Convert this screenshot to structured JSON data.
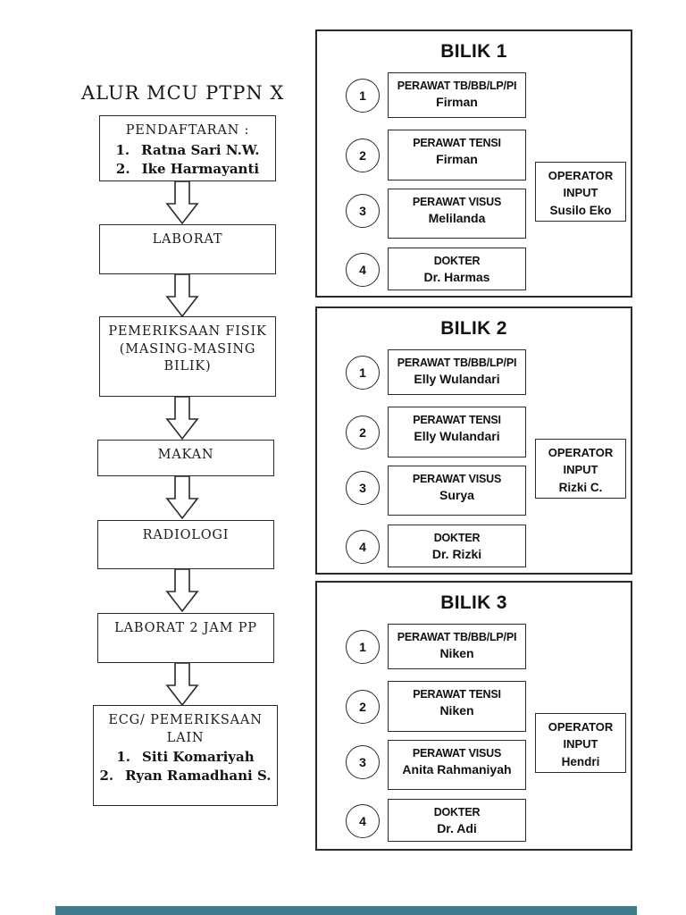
{
  "title": "ALUR MCU PTPN X",
  "flow": {
    "steps": [
      {
        "text": "PENDAFTARAN :",
        "items": [
          {
            "num": "1.",
            "name": "Ratna Sari N.W."
          },
          {
            "num": "2.",
            "name": "Ike Harmayanti"
          }
        ]
      },
      {
        "text": "LABORAT"
      },
      {
        "text": "PEMERIKSAAN FISIK\n(MASING-MASING\nBILIK)"
      },
      {
        "text": "MAKAN"
      },
      {
        "text": "RADIOLOGI"
      },
      {
        "text": "LABORAT 2 JAM PP"
      },
      {
        "text": "ECG/ PEMERIKSAAN\nLAIN",
        "items": [
          {
            "num": "1.",
            "name": "Siti Komariyah"
          },
          {
            "num": "2.",
            "name": "Ryan Ramadhani S."
          }
        ]
      }
    ]
  },
  "biliks": [
    {
      "title": "BILIK 1",
      "stations": [
        {
          "number": "1",
          "role": "PERAWAT TB/BB/LP/PI",
          "name": "Firman"
        },
        {
          "number": "2",
          "role": "PERAWAT TENSI",
          "name": "Firman"
        },
        {
          "number": "3",
          "role": "PERAWAT VISUS",
          "name": "Melilanda"
        },
        {
          "number": "4",
          "role": "DOKTER",
          "name": "Dr. Harmas"
        }
      ],
      "operator": {
        "label": "OPERATOR\nINPUT",
        "name": "Susilo Eko"
      }
    },
    {
      "title": "BILIK 2",
      "stations": [
        {
          "number": "1",
          "role": "PERAWAT TB/BB/LP/PI",
          "name": "Elly Wulandari"
        },
        {
          "number": "2",
          "role": "PERAWAT TENSI",
          "name": "Elly Wulandari"
        },
        {
          "number": "3",
          "role": "PERAWAT VISUS",
          "name": "Surya"
        },
        {
          "number": "4",
          "role": "DOKTER",
          "name": "Dr. Rizki"
        }
      ],
      "operator": {
        "label": "OPERATOR\nINPUT",
        "name": "Rizki C."
      }
    },
    {
      "title": "BILIK 3",
      "stations": [
        {
          "number": "1",
          "role": "PERAWAT TB/BB/LP/PI",
          "name": "Niken"
        },
        {
          "number": "2",
          "role": "PERAWAT TENSI",
          "name": "Niken"
        },
        {
          "number": "3",
          "role": "PERAWAT VISUS",
          "name": "Anita Rahmaniyah"
        },
        {
          "number": "4",
          "role": "DOKTER",
          "name": "Dr. Adi"
        }
      ],
      "operator": {
        "label": "OPERATOR\nINPUT",
        "name": "Hendri"
      }
    }
  ],
  "colors": {
    "bottom_bar": "#3f7d8e",
    "ink": "#2a2a2a"
  }
}
